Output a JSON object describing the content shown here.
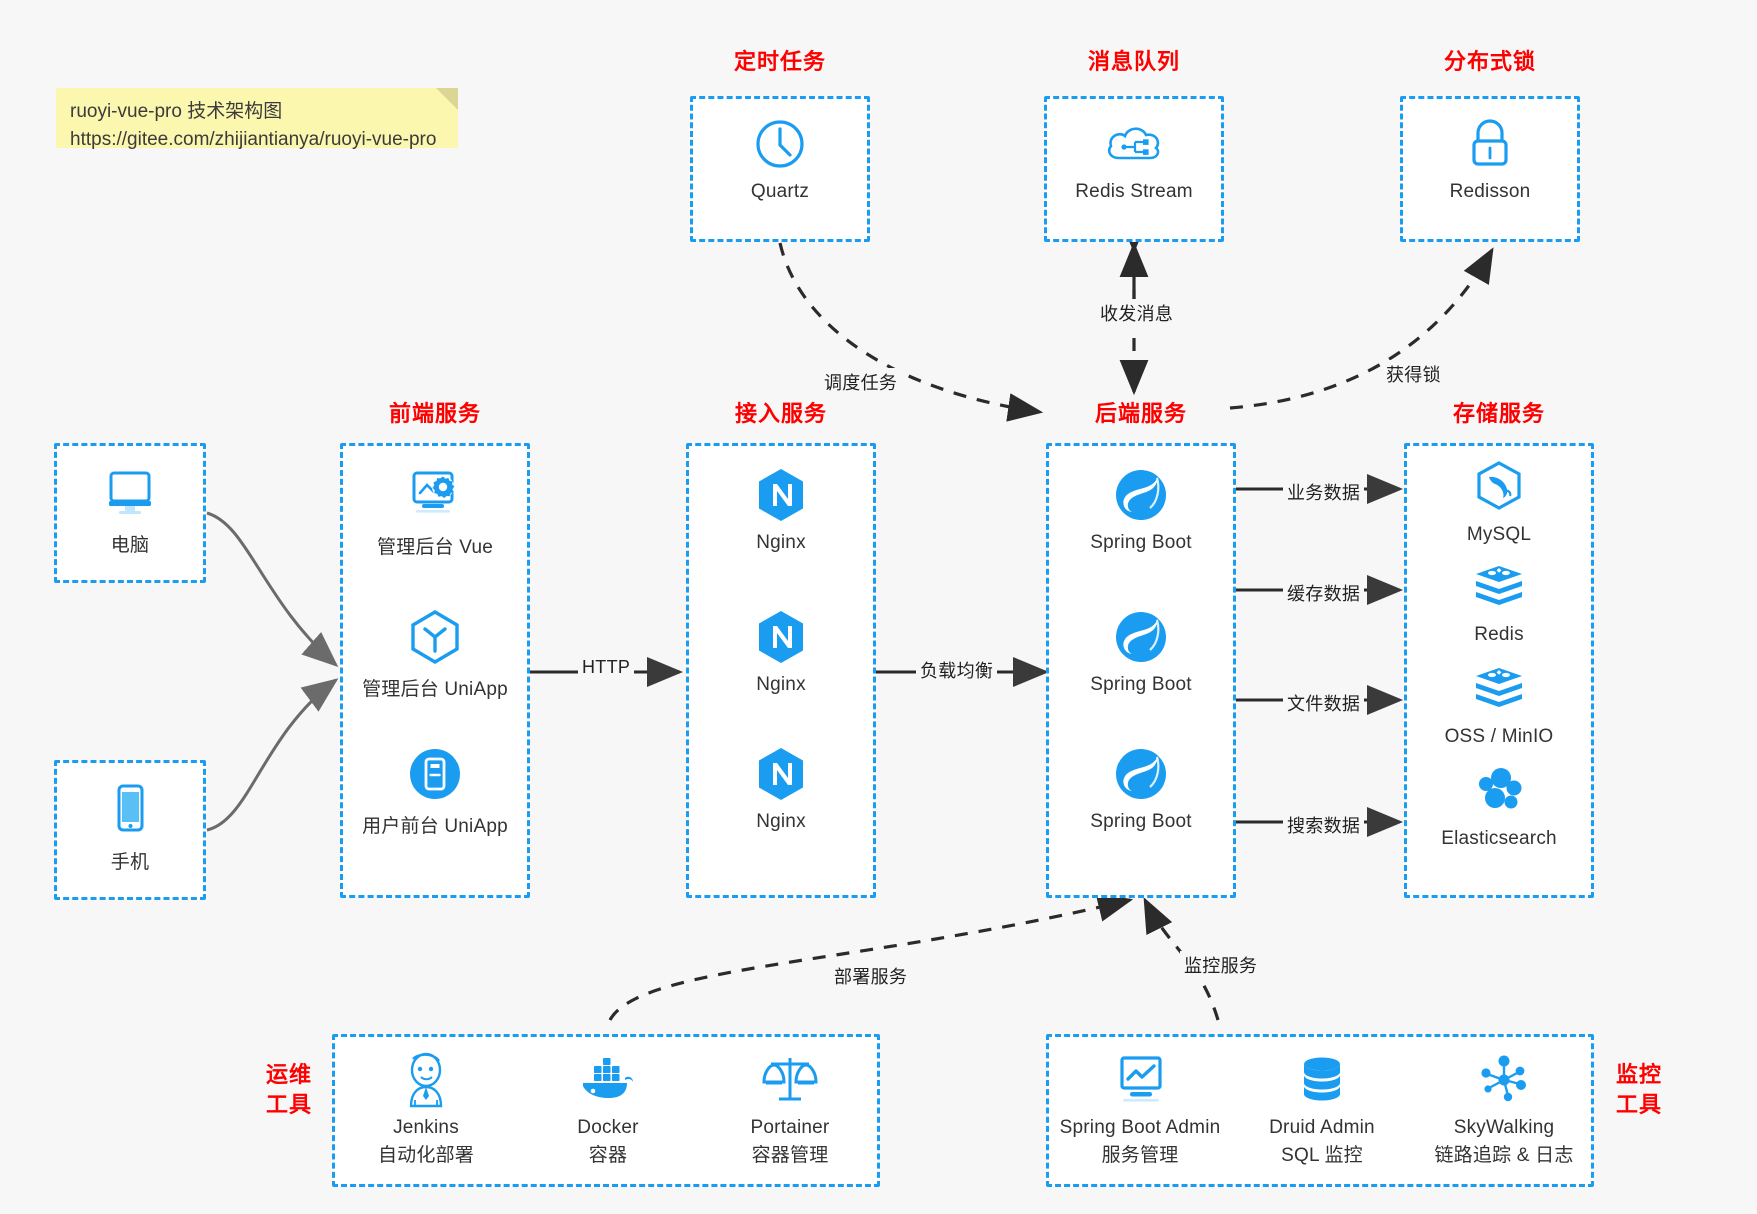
{
  "note": {
    "line1": "ruoyi-vue-pro 技术架构图",
    "line2": "https://gitee.com/zhijiantianya/ruoyi-vue-pro"
  },
  "colors": {
    "accent": "#1a9cf0",
    "title": "#ff0000",
    "text": "#333333",
    "background": "#f7f7f7",
    "note_bg": "#fbf7ae"
  },
  "groups": {
    "scheduled_task": {
      "title": "定时任务",
      "nodes": [
        {
          "label": "Quartz",
          "icon": "clock-icon"
        }
      ]
    },
    "message_queue": {
      "title": "消息队列",
      "nodes": [
        {
          "label": "Redis Stream",
          "icon": "cloud-network-icon"
        }
      ]
    },
    "distributed_lock": {
      "title": "分布式锁",
      "nodes": [
        {
          "label": "Redisson",
          "icon": "lock-icon"
        }
      ]
    },
    "clients": {
      "pc": {
        "label": "电脑",
        "icon": "desktop-monitor-icon"
      },
      "mobile": {
        "label": "手机",
        "icon": "smartphone-icon"
      }
    },
    "frontend": {
      "title": "前端服务",
      "nodes": [
        {
          "label": "管理后台 Vue",
          "icon": "dashboard-gear-icon"
        },
        {
          "label": "管理后台 UniApp",
          "icon": "hexagon-cube-icon"
        },
        {
          "label": "用户前台 UniApp",
          "icon": "mobile-app-icon"
        }
      ]
    },
    "access": {
      "title": "接入服务",
      "nodes": [
        {
          "label": "Nginx",
          "icon": "nginx-icon"
        },
        {
          "label": "Nginx",
          "icon": "nginx-icon"
        },
        {
          "label": "Nginx",
          "icon": "nginx-icon"
        }
      ]
    },
    "backend": {
      "title": "后端服务",
      "nodes": [
        {
          "label": "Spring Boot",
          "icon": "spring-boot-icon"
        },
        {
          "label": "Spring Boot",
          "icon": "spring-boot-icon"
        },
        {
          "label": "Spring Boot",
          "icon": "spring-boot-icon"
        }
      ]
    },
    "storage": {
      "title": "存储服务",
      "nodes": [
        {
          "label": "MySQL",
          "icon": "mysql-dolphin-icon"
        },
        {
          "label": "Redis",
          "icon": "redis-stack-icon"
        },
        {
          "label": "OSS / MinIO",
          "icon": "redis-stack-icon"
        },
        {
          "label": "Elasticsearch",
          "icon": "elasticsearch-cluster-icon"
        }
      ]
    },
    "devops": {
      "title": "运维\n工具",
      "title_line1": "运维",
      "title_line2": "工具",
      "nodes": [
        {
          "label": "Jenkins",
          "sublabel": "自动化部署",
          "icon": "jenkins-butler-icon"
        },
        {
          "label": "Docker",
          "sublabel": "容器",
          "icon": "docker-whale-icon"
        },
        {
          "label": "Portainer",
          "sublabel": "容器管理",
          "icon": "scales-balance-icon"
        }
      ]
    },
    "monitoring": {
      "title_line1": "监控",
      "title_line2": "工具",
      "nodes": [
        {
          "label": "Spring Boot Admin",
          "sublabel": "服务管理",
          "icon": "monitor-chart-icon"
        },
        {
          "label": "Druid Admin",
          "sublabel": "SQL 监控",
          "icon": "database-cylinder-icon"
        },
        {
          "label": "SkyWalking",
          "sublabel": "链路追踪 & 日志",
          "icon": "skywalking-network-icon"
        }
      ]
    }
  },
  "edges": [
    {
      "name": "http",
      "label": "HTTP"
    },
    {
      "name": "load-balance",
      "label": "负载均衡"
    },
    {
      "name": "schedule-task",
      "label": "调度任务"
    },
    {
      "name": "send-receive-message",
      "label": "收发消息"
    },
    {
      "name": "acquire-lock",
      "label": "获得锁"
    },
    {
      "name": "business-data",
      "label": "业务数据"
    },
    {
      "name": "cache-data",
      "label": "缓存数据"
    },
    {
      "name": "file-data",
      "label": "文件数据"
    },
    {
      "name": "search-data",
      "label": "搜索数据"
    },
    {
      "name": "deploy-service",
      "label": "部署服务"
    },
    {
      "name": "monitor-service",
      "label": "监控服务"
    }
  ]
}
